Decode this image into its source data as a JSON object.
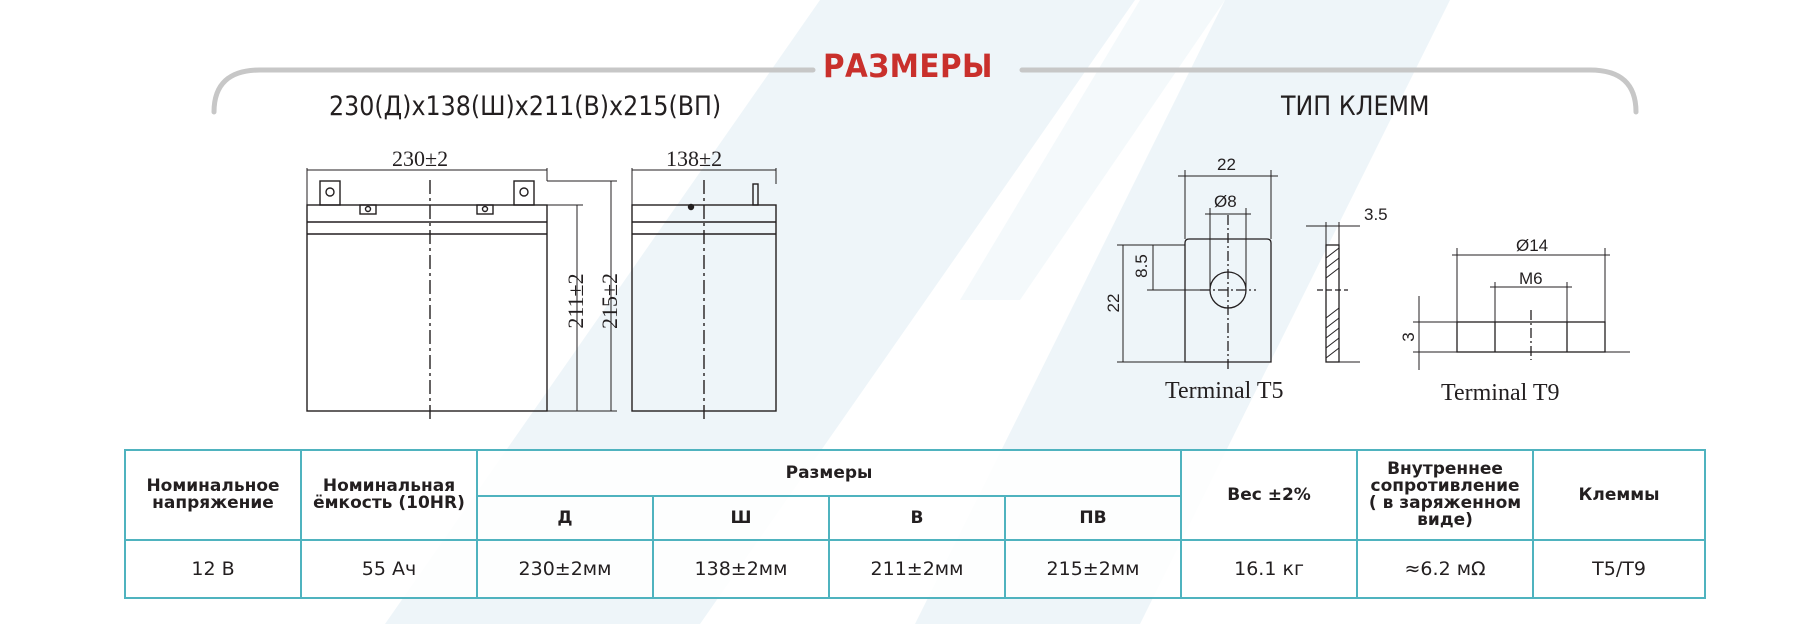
{
  "section_title": "РАЗМЕРЫ",
  "left_heading": "230(Д)x138(Ш)x211(В)x215(ВП)",
  "right_heading": "ТИП КЛЕММ",
  "battery_drawing": {
    "length": "230±2",
    "width": "138±2",
    "height": "211±2",
    "total_height": "215±2"
  },
  "terminal_t5": {
    "caption": "Terminal T5",
    "width": "22",
    "hole": "Ø8",
    "height": "22",
    "hole_center": "8.5",
    "thickness": "3.5"
  },
  "terminal_t9": {
    "caption": "Terminal T9",
    "outer": "Ø14",
    "thread": "M6",
    "height": "3"
  },
  "table": {
    "headers": {
      "voltage": "Номинальное напряжение",
      "capacity": "Номинальная ёмкость (10HR)",
      "dimensions": "Размеры",
      "length": "Д",
      "width": "Ш",
      "height": "В",
      "total_height": "ПВ",
      "weight": "Вес ±2%",
      "resistance": "Внутреннее сопротивление ( в заряженном виде)",
      "terminals": "Клеммы"
    },
    "row": {
      "voltage": "12 В",
      "capacity": "55 Ач",
      "length": "230±2мм",
      "width": "138±2мм",
      "height": "211±2мм",
      "total_height": "215±2мм",
      "weight": "16.1 кг",
      "resistance": "≈6.2 мΩ",
      "terminals": "T5/T9"
    }
  },
  "colors": {
    "accent_red": "#c9302c",
    "table_border": "#4fb3bf",
    "watermark": "#eaf3f7",
    "arc": "#c7c7c7",
    "line": "#231f20"
  }
}
